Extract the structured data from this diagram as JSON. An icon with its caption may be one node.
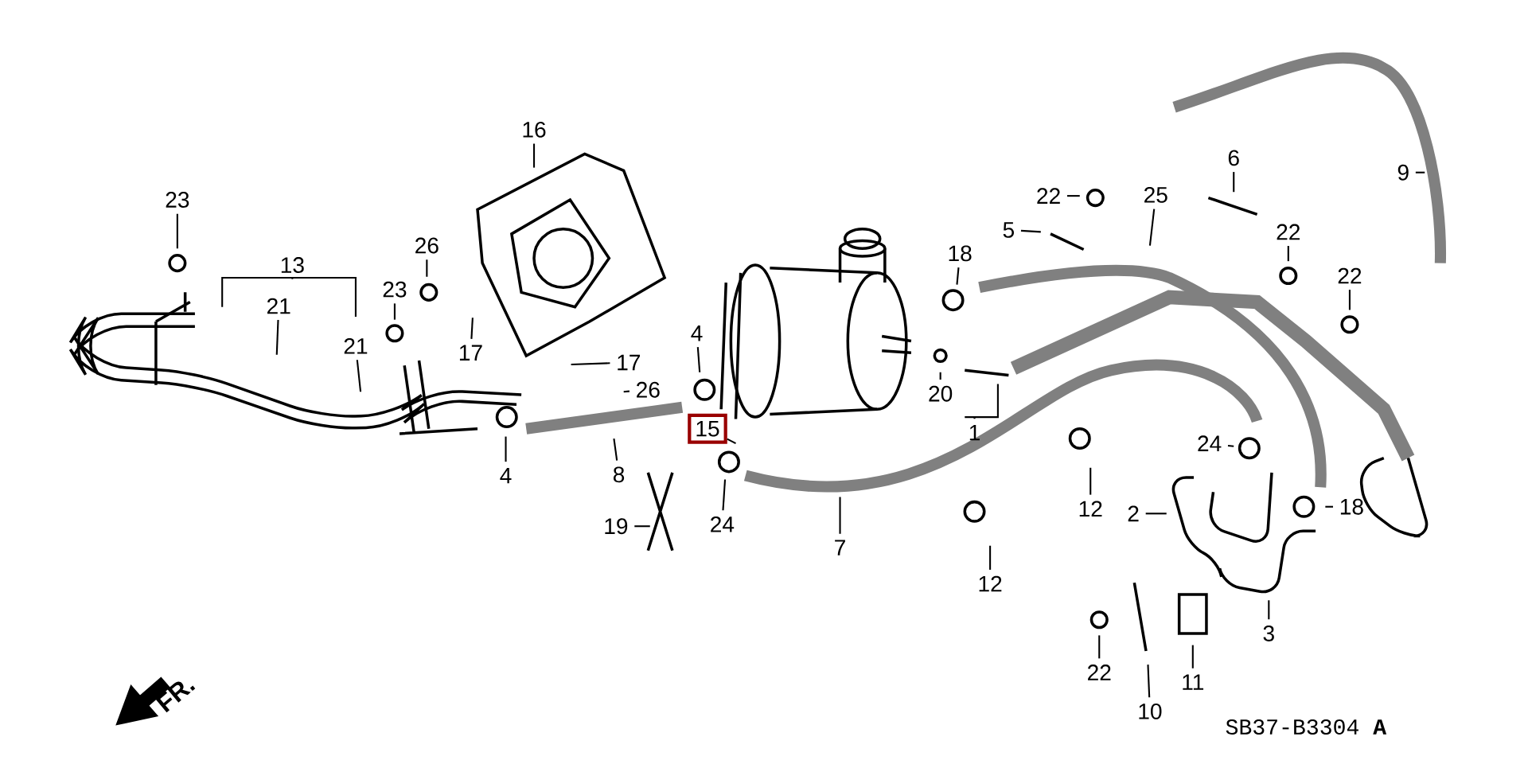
{
  "diagram": {
    "nodes": [
      {
        "text": [
          "16"
        ]
      },
      {
        "text": [
          "9"
        ]
      },
      {
        "text": [
          "6"
        ]
      },
      {
        "text": [
          "22"
        ]
      },
      {
        "text": [
          "25"
        ]
      },
      {
        "text": [
          "23"
        ]
      },
      {
        "text": [
          "5"
        ]
      },
      {
        "text": [
          "22"
        ]
      },
      {
        "text": [
          "26"
        ]
      },
      {
        "text": [
          "18"
        ]
      },
      {
        "text": [
          "13"
        ]
      },
      {
        "text": [
          "22"
        ]
      },
      {
        "text": [
          "23"
        ]
      },
      {
        "text": [
          "21"
        ]
      },
      {
        "text": [
          "4"
        ]
      },
      {
        "text": [
          "21"
        ]
      },
      {
        "text": [
          "17"
        ]
      },
      {
        "text": [
          "17"
        ]
      },
      {
        "text": [
          "26"
        ]
      },
      {
        "text": [
          "20"
        ]
      },
      {
        "text": [
          "1"
        ]
      },
      {
        "text": [
          "15"
        ]
      },
      {
        "text": [
          "24"
        ]
      },
      {
        "text": [
          "4"
        ]
      },
      {
        "text": [
          "8"
        ]
      },
      {
        "text": [
          "12"
        ]
      },
      {
        "text": [
          "2"
        ]
      },
      {
        "text": [
          "18"
        ]
      },
      {
        "text": [
          "19"
        ]
      },
      {
        "text": [
          "24"
        ]
      },
      {
        "text": [
          "7"
        ]
      },
      {
        "text": [
          "12"
        ]
      },
      {
        "text": [
          "3"
        ]
      },
      {
        "text": [
          "22"
        ]
      },
      {
        "text": [
          "11"
        ]
      },
      {
        "text": [
          "10"
        ]
      }
    ],
    "edges": [
      {
        "from": 0,
        "to": null,
        "arrow": "none"
      },
      {
        "from": 1,
        "to": null,
        "arrow": "none"
      },
      {
        "from": 2,
        "to": null,
        "arrow": "none"
      },
      {
        "from": 3,
        "to": null,
        "arrow": "none"
      },
      {
        "from": 4,
        "to": null,
        "arrow": "none"
      },
      {
        "from": 5,
        "to": null,
        "arrow": "none"
      },
      {
        "from": 6,
        "to": null,
        "arrow": "none"
      },
      {
        "from": 7,
        "to": null,
        "arrow": "none"
      },
      {
        "from": 8,
        "to": null,
        "arrow": "none"
      },
      {
        "from": 9,
        "to": null,
        "arrow": "none"
      },
      {
        "from": 10,
        "to": null,
        "arrow": "none"
      },
      {
        "from": 11,
        "to": null,
        "arrow": "none"
      },
      {
        "from": 12,
        "to": null,
        "arrow": "none"
      },
      {
        "from": 13,
        "to": null,
        "arrow": "none"
      },
      {
        "from": 14,
        "to": null,
        "arrow": "none"
      },
      {
        "from": 15,
        "to": null,
        "arrow": "none"
      },
      {
        "from": 16,
        "to": null,
        "arrow": "none"
      },
      {
        "from": 17,
        "to": null,
        "arrow": "none"
      },
      {
        "from": 18,
        "to": null,
        "arrow": "none"
      },
      {
        "from": 19,
        "to": null,
        "arrow": "none"
      },
      {
        "from": 20,
        "to": null,
        "arrow": "none"
      },
      {
        "from": 21,
        "to": null,
        "arrow": "none"
      },
      {
        "from": 22,
        "to": null,
        "arrow": "none"
      },
      {
        "from": 23,
        "to": null,
        "arrow": "none"
      },
      {
        "from": 24,
        "to": null,
        "arrow": "none"
      },
      {
        "from": 25,
        "to": null,
        "arrow": "none"
      },
      {
        "from": 26,
        "to": null,
        "arrow": "none"
      },
      {
        "from": 27,
        "to": null,
        "arrow": "none"
      },
      {
        "from": 28,
        "to": null,
        "arrow": "none"
      },
      {
        "from": 29,
        "to": null,
        "arrow": "none"
      },
      {
        "from": 30,
        "to": null,
        "arrow": "none"
      },
      {
        "from": 31,
        "to": null,
        "arrow": "none"
      },
      {
        "from": 32,
        "to": null,
        "arrow": "none"
      },
      {
        "from": 33,
        "to": null,
        "arrow": "none"
      },
      {
        "from": 34,
        "to": null,
        "arrow": "none"
      },
      {
        "from": 35,
        "to": null,
        "arrow": "none"
      }
    ],
    "labels": [
      "FR.",
      "SB37-B3304 **A**"
    ]
  }
}
